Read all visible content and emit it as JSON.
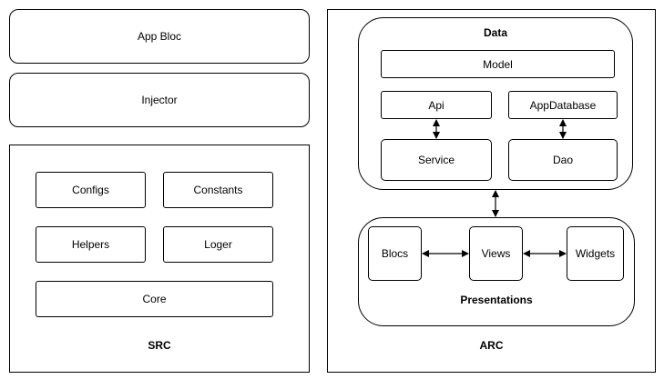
{
  "left": {
    "app_bloc": "App Bloc",
    "injector": "Injector",
    "src": {
      "title": "SRC",
      "configs": "Configs",
      "constants": "Constants",
      "helpers": "Helpers",
      "loger": "Loger",
      "core": "Core"
    }
  },
  "right": {
    "title": "ARC",
    "data": {
      "title": "Data",
      "model": "Model",
      "api": "Api",
      "app_database": "AppDatabase",
      "service": "Service",
      "dao": "Dao"
    },
    "presentations": {
      "title": "Presentations",
      "blocs": "Blocs",
      "views": "Views",
      "widgets": "Widgets"
    }
  }
}
